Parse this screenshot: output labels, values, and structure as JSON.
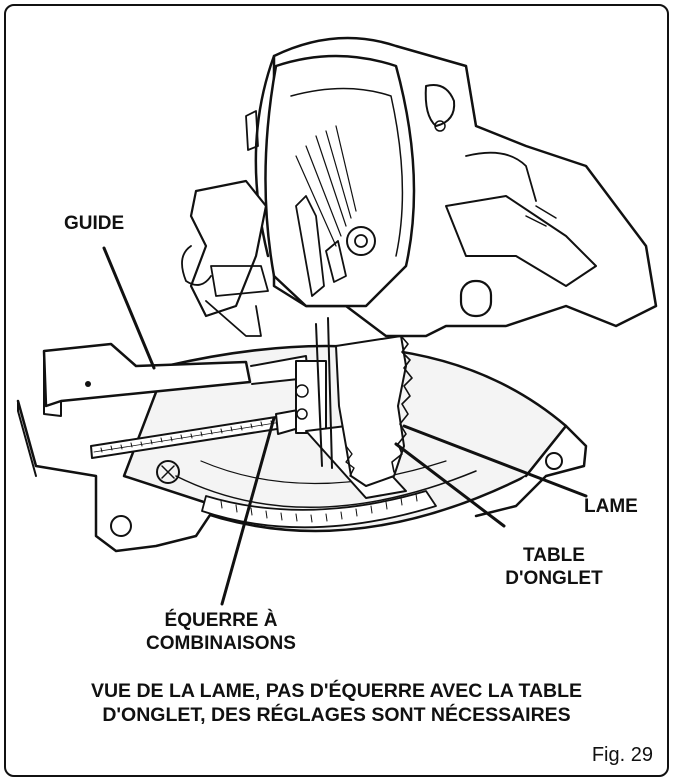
{
  "labels": {
    "guide": "GUIDE",
    "lame": "LAME",
    "table_line1": "TABLE",
    "table_line2": "D'ONGLET",
    "equerre_line1": "ÉQUERRE À",
    "equerre_line2": "COMBINAISONS"
  },
  "caption": {
    "line1": "VUE DE LA LAME, PAS D'ÉQUERRE AVEC LA TABLE",
    "line2": "D'ONGLET, DES RÉGLAGES SONT NÉCESSAIRES"
  },
  "figure_number": "Fig. 29",
  "colors": {
    "ink": "#111111",
    "paper": "#ffffff",
    "shade": "#e9e9e9"
  }
}
